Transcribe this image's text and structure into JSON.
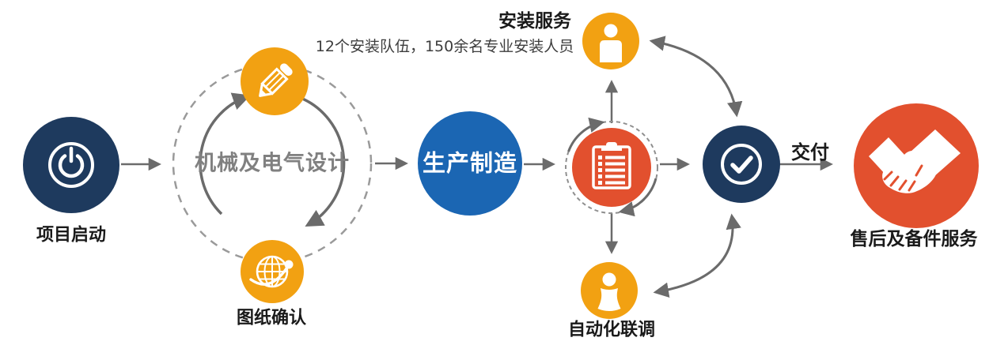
{
  "diagram": {
    "type": "process-flow",
    "stages": {
      "project_start": {
        "label": "项目启动",
        "icon": "power-icon",
        "color": "#1E3A5E"
      },
      "design": {
        "label": "机械及电气设计",
        "label_color": "#808080",
        "loop_style": "dashed-circle-with-cycle-arrows",
        "top_node": {
          "icon": "pencil-icon",
          "color": "#F2A112"
        },
        "bottom_node": {
          "label": "图纸确认",
          "icon": "globe-orbit-icon",
          "color": "#F2A112"
        }
      },
      "production": {
        "label": "生产制造",
        "color": "#1B66B3",
        "text_color": "#ffffff"
      },
      "order_checklist": {
        "icon": "clipboard-checklist-icon",
        "color": "#E2502E",
        "loop_style": "dashed-ring-with-cycle-arrows"
      },
      "installation": {
        "title": "安装服务",
        "subtitle": "12个安装队伍，150余名专业安装人员",
        "icon": "person-icon",
        "color": "#F2A112"
      },
      "commissioning": {
        "label": "自动化联调",
        "icon": "person-icon",
        "color": "#F2A112"
      },
      "completion": {
        "icon": "check-icon",
        "color": "#1E3A5E"
      },
      "delivery": {
        "label": "交付"
      },
      "after_sales": {
        "label": "售后及备件服务",
        "icon": "handshake-icon",
        "color": "#E2502E"
      }
    },
    "colors": {
      "navy": "#1E3A5E",
      "blue": "#1B66B3",
      "orange": "#F2A112",
      "red": "#E2502E",
      "arrow_gray": "#6B6B6B",
      "dash_gray": "#9A9A9A",
      "design_text_gray": "#808080"
    }
  }
}
